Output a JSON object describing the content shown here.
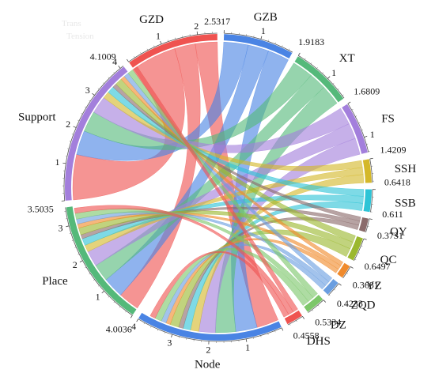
{
  "chart_data": {
    "type": "chord",
    "title": "",
    "segments": [
      {
        "name": "Support",
        "total": "4.1009",
        "value": 4.1009,
        "color": "#a37fdc",
        "name_side": "outer",
        "label_side": "end"
      },
      {
        "name": "GZD",
        "total": "2.5317",
        "value": 2.5317,
        "color": "#ef5350",
        "name_side": "outer",
        "label_side": "end"
      },
      {
        "name": "GZB",
        "total": "1.9183",
        "value": 1.9183,
        "color": "#4a84e4",
        "name_side": "outer",
        "label_side": "end"
      },
      {
        "name": "XT",
        "total": "1.6809",
        "value": 1.6809,
        "color": "#55b97a",
        "name_side": "outer",
        "label_side": "end"
      },
      {
        "name": "FS",
        "total": "1.4209",
        "value": 1.4209,
        "color": "#a37fdc",
        "name_side": "outer",
        "label_side": "end"
      },
      {
        "name": "SSH",
        "total": "0.6418",
        "value": 0.6418,
        "color": "#d4b82a",
        "name_side": "outer",
        "label_side": "end"
      },
      {
        "name": "SSB",
        "total": "0.611",
        "value": 0.611,
        "color": "#2ec4d6",
        "name_side": "outer",
        "label_side": "end"
      },
      {
        "name": "QY",
        "total": "0.3731",
        "value": 0.3731,
        "color": "#8a6b6b",
        "name_side": "outer",
        "label_side": "end"
      },
      {
        "name": "QC",
        "total": "0.6497",
        "value": 0.6497,
        "color": "#9bb82e",
        "name_side": "outer",
        "label_side": "end"
      },
      {
        "name": "YZ",
        "total": "0.3681",
        "value": 0.3681,
        "color": "#f08a2c",
        "name_side": "outer",
        "label_side": "end"
      },
      {
        "name": "ZQD",
        "total": "0.4233",
        "value": 0.4233,
        "color": "#6a9ee0",
        "name_side": "outer",
        "label_side": "end"
      },
      {
        "name": "DZ",
        "total": "0.5334",
        "value": 0.5334,
        "color": "#7dc76a",
        "name_side": "outer",
        "label_side": "end"
      },
      {
        "name": "DHS",
        "total": "0.4558",
        "value": 0.4558,
        "color": "#ef5350",
        "name_side": "outer",
        "label_side": "end"
      },
      {
        "name": "Node",
        "total": "4.0036",
        "value": 4.0036,
        "color": "#4a84e4",
        "name_side": "outer",
        "label_side": "end"
      },
      {
        "name": "Place",
        "total": "3.5035",
        "value": 3.5035,
        "color": "#55b97a",
        "name_side": "outer",
        "label_side": "end"
      }
    ],
    "flows": [
      {
        "from": "GZD",
        "to": "Support",
        "value": 1.3
      },
      {
        "from": "GZD",
        "to": "Place",
        "value": 0.6
      },
      {
        "from": "GZD",
        "to": "Node",
        "value": 0.6317
      },
      {
        "from": "GZB",
        "to": "Support",
        "value": 0.7
      },
      {
        "from": "GZB",
        "to": "Place",
        "value": 0.6
      },
      {
        "from": "GZB",
        "to": "Node",
        "value": 0.6183
      },
      {
        "from": "XT",
        "to": "Support",
        "value": 0.6
      },
      {
        "from": "XT",
        "to": "Place",
        "value": 0.5
      },
      {
        "from": "XT",
        "to": "Node",
        "value": 0.5809
      },
      {
        "from": "FS",
        "to": "Support",
        "value": 0.5
      },
      {
        "from": "FS",
        "to": "Place",
        "value": 0.45
      },
      {
        "from": "FS",
        "to": "Node",
        "value": 0.4709
      },
      {
        "from": "SSH",
        "to": "Support",
        "value": 0.2
      },
      {
        "from": "SSH",
        "to": "Place",
        "value": 0.2
      },
      {
        "from": "SSH",
        "to": "Node",
        "value": 0.2418
      },
      {
        "from": "SSB",
        "to": "Support",
        "value": 0.2
      },
      {
        "from": "SSB",
        "to": "Place",
        "value": 0.2
      },
      {
        "from": "SSB",
        "to": "Node",
        "value": 0.211
      },
      {
        "from": "QY",
        "to": "Support",
        "value": 0.12
      },
      {
        "from": "QY",
        "to": "Place",
        "value": 0.12
      },
      {
        "from": "QY",
        "to": "Node",
        "value": 0.1331
      },
      {
        "from": "QC",
        "to": "Support",
        "value": 0.2
      },
      {
        "from": "QC",
        "to": "Place",
        "value": 0.2
      },
      {
        "from": "QC",
        "to": "Node",
        "value": 0.2497
      },
      {
        "from": "YZ",
        "to": "Support",
        "value": 0.12
      },
      {
        "from": "YZ",
        "to": "Place",
        "value": 0.12
      },
      {
        "from": "YZ",
        "to": "Node",
        "value": 0.1281
      },
      {
        "from": "ZQD",
        "to": "Support",
        "value": 0.14
      },
      {
        "from": "ZQD",
        "to": "Place",
        "value": 0.14
      },
      {
        "from": "ZQD",
        "to": "Node",
        "value": 0.1433
      },
      {
        "from": "DZ",
        "to": "Support",
        "value": 0.17
      },
      {
        "from": "DZ",
        "to": "Place",
        "value": 0.17
      },
      {
        "from": "DZ",
        "to": "Node",
        "value": 0.1934
      },
      {
        "from": "DHS",
        "to": "Support",
        "value": 0.15
      },
      {
        "from": "DHS",
        "to": "Place",
        "value": 0.15
      },
      {
        "from": "DHS",
        "to": "Node",
        "value": 0.1558
      }
    ],
    "tick_interval": 1,
    "faint_text": [
      "Trans",
      "Tension"
    ]
  }
}
